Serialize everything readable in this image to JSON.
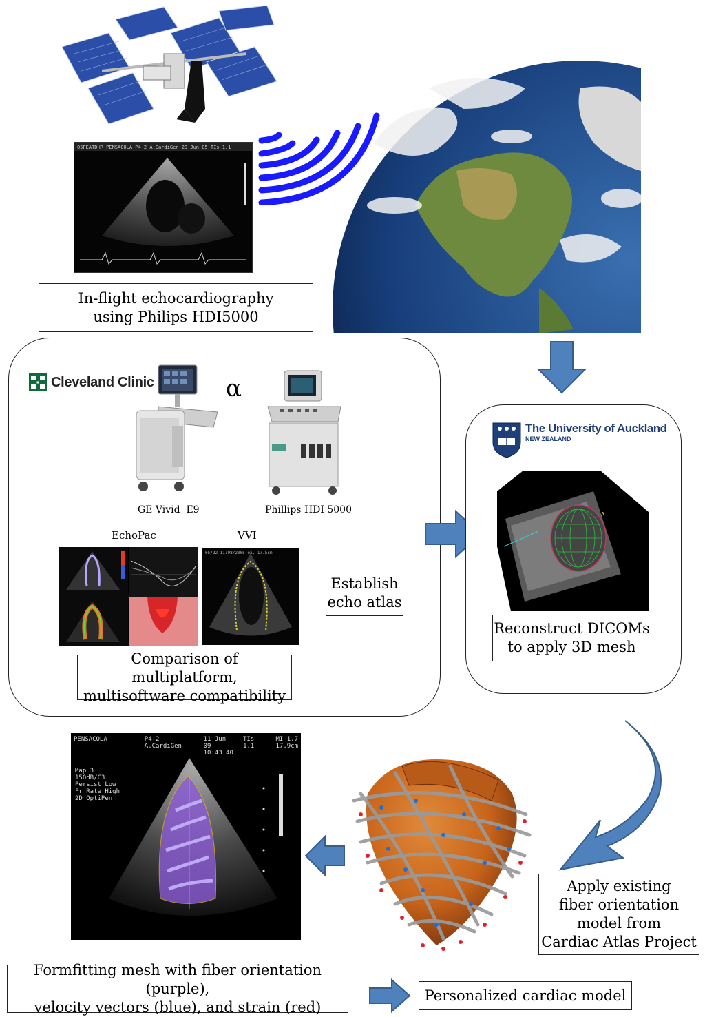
{
  "top": {
    "inflight_label_line1": "In-flight echocardiography",
    "inflight_label_line2": "using Philips HDI5000"
  },
  "left_panel": {
    "cleveland_logo_text": "Cleveland Clinic",
    "alpha_symbol": "α",
    "device1_label": "GE Vivid  E9",
    "device2_label": "Phillips HDI 5000",
    "echopac_label": "EchoPac",
    "vvi_label": "VVI",
    "atlas_line1": "Establish",
    "atlas_line2": "echo atlas",
    "comparison_line1": "Comparison of multiplatform,",
    "comparison_line2": "multisoftware compatibility"
  },
  "right_panel": {
    "auckland_logo_line1": "The University of Auckland",
    "auckland_logo_line2": "NEW ZEALAND",
    "reconstruct_line1": "Reconstruct DICOMs",
    "reconstruct_line2": "to apply 3D mesh"
  },
  "bottom": {
    "fiber_line1": "Apply existing",
    "fiber_line2": "fiber orientation",
    "fiber_line3": "model from",
    "fiber_line4": "Cardiac Atlas Project",
    "formfit_line1": "Formfitting mesh with fiber orientation (purple),",
    "formfit_line2": "velocity vectors (blue), and strain (red)",
    "personalized": "Personalized cardiac model",
    "echo_header_site": "PENSACOLA",
    "echo_header_probe": "P4-2 A.CardiGen",
    "echo_header_date": "11 Jun 09",
    "echo_header_time": "10:43:40",
    "echo_header_ti": "TIs 1.1",
    "echo_header_mi": "MI 1.7",
    "echo_header_depth": "17.9cm",
    "echo_settings": [
      "Map 3",
      "150dB/C3",
      "Persist Low",
      "Fr Rate High",
      "2D OptiPen"
    ]
  },
  "colors": {
    "arrow_fill": "#4f81bd",
    "arrow_stroke": "#385d8a",
    "signal_wave": "#1a1aff",
    "heart_orange": "#c8641a",
    "mesh_purple": "#8a5cd6"
  }
}
